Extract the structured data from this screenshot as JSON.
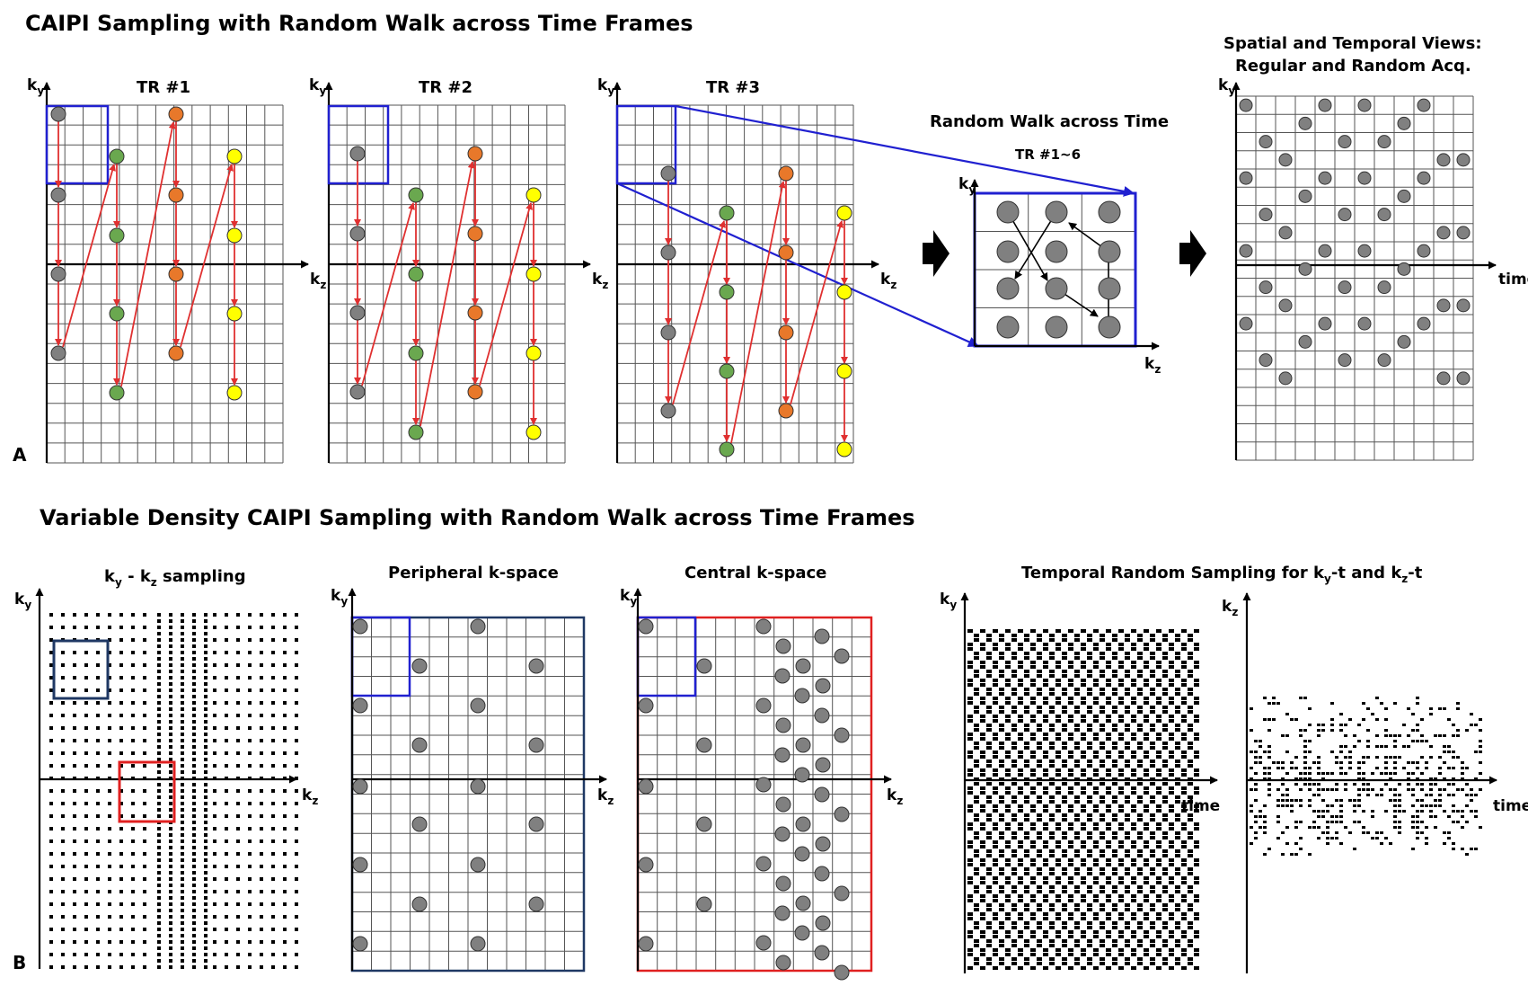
{
  "titles": {
    "a": "CAIPI Sampling with Random Walk across Time Frames",
    "b": "Variable Density CAIPI Sampling with Random Walk across Time Frames"
  },
  "panel_letters": {
    "a": "A",
    "b": "B"
  },
  "tr_labels": [
    "TR #1",
    "TR #2",
    "TR #3"
  ],
  "random_walk": {
    "title": "Random Walk across Time",
    "subtitle": "TR #1~6"
  },
  "spatial_temporal": {
    "line1": "Spatial and Temporal Views:",
    "line2": "Regular and Random Acq."
  },
  "axis": {
    "k": "k",
    "y": "y",
    "z": "z",
    "time": "time",
    "minus": "-"
  },
  "panel_b": {
    "sampling_pre": "k",
    "sampling_mid": " - k",
    "sampling_post": " sampling",
    "peripheral": "Peripheral k-space",
    "central": "Central k-space",
    "temporal_pre": "Temporal Random Sampling for k",
    "temporal_mid1": "-t and k",
    "temporal_post": "-t"
  },
  "colors": {
    "gray_dot": "#808080",
    "green_dot": "#6aa84f",
    "orange_dot": "#e8782a",
    "yellow_dot": "#ffff00",
    "arrow_red": "#e03030",
    "box_blue": "#2020d0",
    "box_navy": "#1f3864",
    "box_red": "#e02020"
  },
  "icons": [
    "right-arrow-icon"
  ]
}
